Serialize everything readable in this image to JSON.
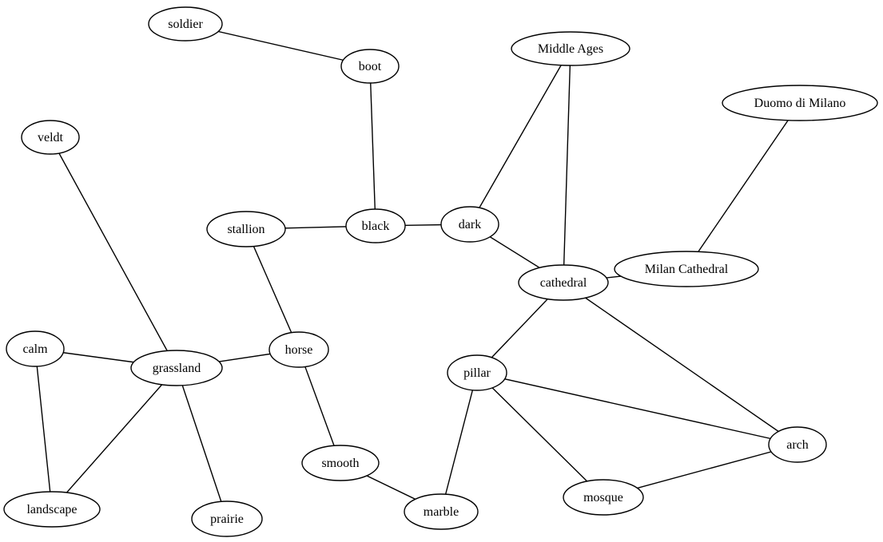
{
  "diagram": {
    "type": "undirected-graph",
    "nodes": [
      {
        "id": "soldier",
        "label": "soldier"
      },
      {
        "id": "boot",
        "label": "boot"
      },
      {
        "id": "middle_ages",
        "label": "Middle Ages"
      },
      {
        "id": "duomo",
        "label": "Duomo di Milano"
      },
      {
        "id": "veldt",
        "label": "veldt"
      },
      {
        "id": "stallion",
        "label": "stallion"
      },
      {
        "id": "black",
        "label": "black"
      },
      {
        "id": "dark",
        "label": "dark"
      },
      {
        "id": "milan_cathedral",
        "label": "Milan Cathedral"
      },
      {
        "id": "cathedral",
        "label": "cathedral"
      },
      {
        "id": "calm",
        "label": "calm"
      },
      {
        "id": "grassland",
        "label": "grassland"
      },
      {
        "id": "horse",
        "label": "horse"
      },
      {
        "id": "pillar",
        "label": "pillar"
      },
      {
        "id": "arch",
        "label": "arch"
      },
      {
        "id": "smooth",
        "label": "smooth"
      },
      {
        "id": "mosque",
        "label": "mosque"
      },
      {
        "id": "landscape",
        "label": "landscape"
      },
      {
        "id": "marble",
        "label": "marble"
      },
      {
        "id": "prairie",
        "label": "prairie"
      }
    ],
    "edges": [
      [
        "soldier",
        "boot"
      ],
      [
        "boot",
        "black"
      ],
      [
        "stallion",
        "black"
      ],
      [
        "black",
        "dark"
      ],
      [
        "dark",
        "middle_ages"
      ],
      [
        "dark",
        "cathedral"
      ],
      [
        "middle_ages",
        "cathedral"
      ],
      [
        "duomo",
        "milan_cathedral"
      ],
      [
        "cathedral",
        "milan_cathedral"
      ],
      [
        "cathedral",
        "pillar"
      ],
      [
        "cathedral",
        "arch"
      ],
      [
        "stallion",
        "horse"
      ],
      [
        "veldt",
        "grassland"
      ],
      [
        "calm",
        "grassland"
      ],
      [
        "grassland",
        "horse"
      ],
      [
        "calm",
        "landscape"
      ],
      [
        "grassland",
        "landscape"
      ],
      [
        "grassland",
        "prairie"
      ],
      [
        "horse",
        "smooth"
      ],
      [
        "smooth",
        "marble"
      ],
      [
        "pillar",
        "marble"
      ],
      [
        "pillar",
        "arch"
      ],
      [
        "pillar",
        "mosque"
      ],
      [
        "mosque",
        "arch"
      ]
    ]
  }
}
